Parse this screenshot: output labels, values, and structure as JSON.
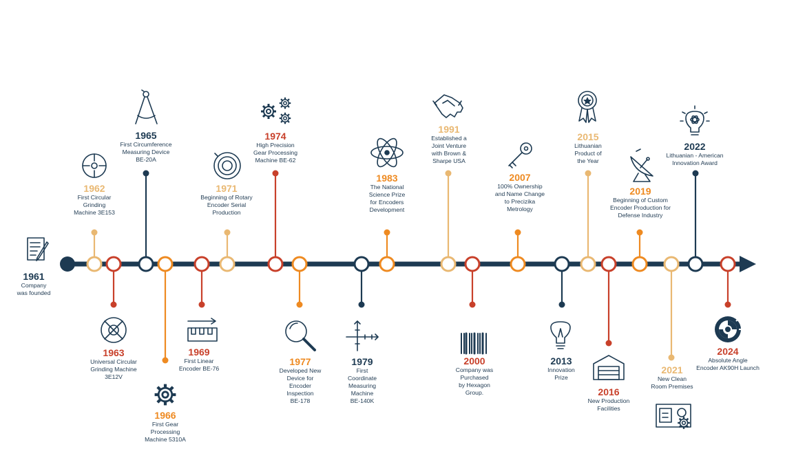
{
  "colors": {
    "navy": "#1d3a52",
    "red": "#c8402a",
    "orange": "#ee8a21",
    "tan": "#e9b872"
  },
  "events": [
    {
      "year": "1961",
      "text": "Company\nwas founded",
      "color": "navy",
      "icon": "document-pen-icon"
    },
    {
      "year": "1962",
      "text": "First Circular\nGrinding\nMachine 3E153",
      "color": "tan",
      "icon": "crosshair-icon"
    },
    {
      "year": "1963",
      "text": "Universal Circular\nGrinding Machine\n3E12V",
      "color": "red",
      "icon": "circular-grinder-icon"
    },
    {
      "year": "1965",
      "text": "First Circumference\nMeasuring Device\nBE-20A",
      "color": "navy",
      "icon": "compass-icon"
    },
    {
      "year": "1966",
      "text": "First Gear\nProcessing\nMachine 5310A",
      "color": "orange",
      "icon": "gear-icon"
    },
    {
      "year": "1969",
      "text": "First Linear\nEncoder BE-76",
      "color": "red",
      "icon": "linear-encoder-icon"
    },
    {
      "year": "1971",
      "text": "Beginning of Rotary\nEncoder Serial\nProduction",
      "color": "tan",
      "icon": "rotary-encoder-icon"
    },
    {
      "year": "1974",
      "text": "High Precision\nGear Processing\nMachine BE-62",
      "color": "red",
      "icon": "gears-icon"
    },
    {
      "year": "1977",
      "text": "Developed New\nDevice for\nEncoder\nInspection\nBE-178",
      "color": "orange",
      "icon": "magnifier-icon"
    },
    {
      "year": "1979",
      "text": "First\nCoordinate\nMeasuring\nMachine\nBE-140K",
      "color": "navy",
      "icon": "coordinate-axes-icon"
    },
    {
      "year": "1983",
      "text": "The National\nScience Prize\nfor Encoders\nDevelopment",
      "color": "orange",
      "icon": "atom-icon"
    },
    {
      "year": "1991",
      "text": "Established a\nJoint Venture\nwith Brown &\nSharpe USA",
      "color": "tan",
      "icon": "handshake-icon"
    },
    {
      "year": "2000",
      "text": "Company was\nPurchased\nby Hexagon\nGroup.",
      "color": "red",
      "icon": "barcode-icon"
    },
    {
      "year": "2007",
      "text": "100% Ownership\nand Name Change\nto Precizika\nMetrology",
      "color": "orange",
      "icon": "key-icon"
    },
    {
      "year": "2013",
      "text": "Innovation\nPrize",
      "color": "navy",
      "icon": "lightbulb-icon"
    },
    {
      "year": "2015",
      "text": "Lithuanian\nProduct of\nthe Year",
      "color": "tan",
      "icon": "award-medal-icon"
    },
    {
      "year": "2016",
      "text": "New Production\nFacilities",
      "color": "red",
      "icon": "garage-icon"
    },
    {
      "year": "2019",
      "text": "Beginning of Custom\nEncoder Production for\nDefense Industry",
      "color": "orange",
      "icon": "satellite-dish-icon"
    },
    {
      "year": "2021",
      "text": "New Clean\nRoom Premises",
      "color": "tan",
      "icon": "control-panel-icon"
    },
    {
      "year": "2022",
      "text": "Lithuanian - American\nInnovation Award",
      "color": "navy",
      "icon": "idea-bulb-icon"
    },
    {
      "year": "2024",
      "text": "Absolute Angle\nEncoder AK90H Launch",
      "color": "red",
      "icon": "absolute-encoder-icon"
    }
  ]
}
